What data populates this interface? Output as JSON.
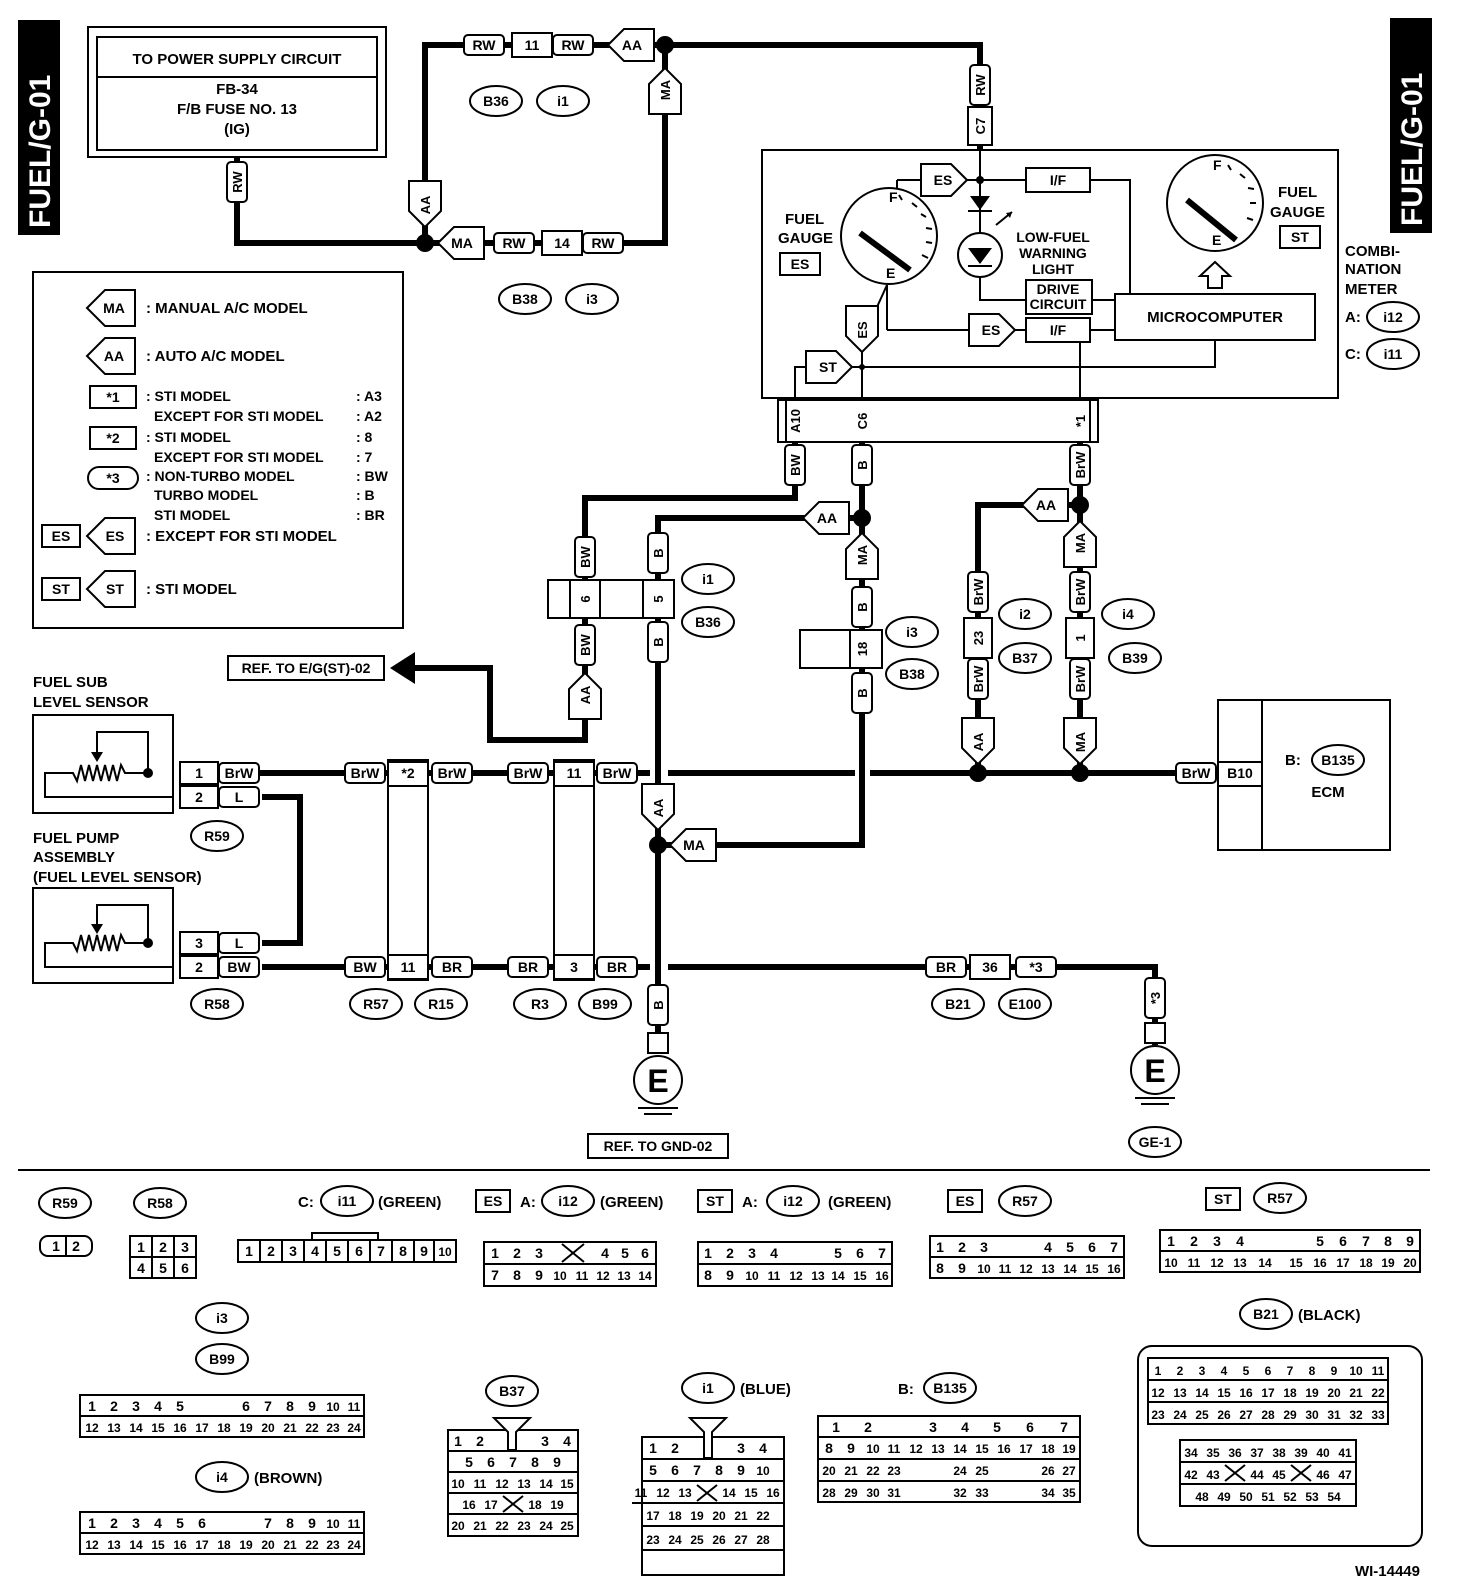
{
  "side_tags": {
    "left": "FUEL/G-01",
    "right": "FUEL/G-01"
  },
  "power_box": {
    "title": "TO POWER SUPPLY CIRCUIT",
    "line1": "FB-34",
    "line2": "F/B FUSE NO. 13",
    "line3": "(IG)"
  },
  "legend": {
    "ma": {
      "icon": "MA",
      "text": ": MANUAL A/C MODEL"
    },
    "aa": {
      "icon": "AA",
      "text": ": AUTO A/C MODEL"
    },
    "s1": {
      "icon": "*1",
      "l1": ": STI MODEL",
      "v1": ": A3",
      "l2": "EXCEPT FOR STI MODEL",
      "v2": ": A2"
    },
    "s2": {
      "icon": "*2",
      "l1": ": STI MODEL",
      "v1": ": 8",
      "l2": "EXCEPT FOR STI MODEL",
      "v2": ": 7"
    },
    "s3": {
      "icon": "*3",
      "l1": ": NON-TURBO MODEL",
      "v1": ": BW",
      "l2": "TURBO MODEL",
      "v2": ": B",
      "l3": "STI MODEL",
      "v3": ": BR"
    },
    "es": {
      "icon": "ES",
      "text": ": EXCEPT FOR STI MODEL"
    },
    "st": {
      "icon": "ST",
      "text": ": STI MODEL"
    }
  },
  "meter": {
    "fuel_gauge": "FUEL",
    "gauge": "GAUGE",
    "es": "ES",
    "st": "ST",
    "f": "F",
    "e": "E",
    "if": "I/F",
    "low1": "LOW-FUEL",
    "low2": "WARNING",
    "low3": "LIGHT",
    "drive1": "DRIVE",
    "drive2": "CIRCUIT",
    "micro": "MICROCOMPUTER",
    "comb1": "COMBI-",
    "comb2": "NATION",
    "comb3": "METER",
    "a_prefix": "A:",
    "a_conn": "i12",
    "c_prefix": "C:",
    "c_conn": "i11",
    "pins": {
      "a10": "A10",
      "c6": "C6",
      "s1": "*1",
      "c7": "C7"
    }
  },
  "wires": {
    "rw": "RW",
    "bw": "BW",
    "b": "B",
    "brw": "BrW",
    "br": "BR",
    "l": "L",
    "ma": "MA",
    "aa": "AA",
    "es": "ES",
    "st": "ST",
    "s3": "*3",
    "s2": "*2"
  },
  "connectors": {
    "b36": "B36",
    "i1": "i1",
    "b38": "B38",
    "i3": "i3",
    "i2": "i2",
    "i4": "i4",
    "b37": "B37",
    "b39": "B39",
    "r59": "R59",
    "r58": "R58",
    "r57": "R57",
    "r15": "R15",
    "r3": "R3",
    "b99": "B99",
    "b21": "B21",
    "e100": "E100",
    "b135": "B135",
    "b10": "B10",
    "ge1": "GE-1"
  },
  "pin_nums": {
    "p11": "11",
    "p14": "14",
    "p6": "6",
    "p5": "5",
    "p18": "18",
    "p23": "23",
    "p1": "1",
    "p2": "2",
    "p3": "3",
    "p36": "36"
  },
  "labels": {
    "ref_eg": "REF. TO E/G(ST)-02",
    "ref_gnd": "REF. TO GND-02",
    "sub1": "FUEL SUB",
    "sub2": "LEVEL SENSOR",
    "pump1": "FUEL PUMP",
    "pump2": "ASSEMBLY",
    "pump3": "(FUEL LEVEL SENSOR)",
    "ecm_prefix": "B:",
    "ecm": "ECM",
    "ground": "E"
  },
  "conn_views": {
    "r59": "R59",
    "r58": "R58",
    "c_i11_pre": "C:",
    "c_i11": "i11",
    "green": "(GREEN)",
    "es": "ES",
    "st": "ST",
    "a_pre": "A:",
    "i12": "i12",
    "r57": "R57",
    "i3": "i3",
    "b99": "B99",
    "i4": "i4",
    "brown": "(BROWN)",
    "b37": "B37",
    "i1": "i1",
    "blue": "(BLUE)",
    "b_pre": "B:",
    "b135": "B135",
    "b21": "B21",
    "black": "(BLACK)"
  },
  "footer": {
    "code": "WI-14449"
  }
}
